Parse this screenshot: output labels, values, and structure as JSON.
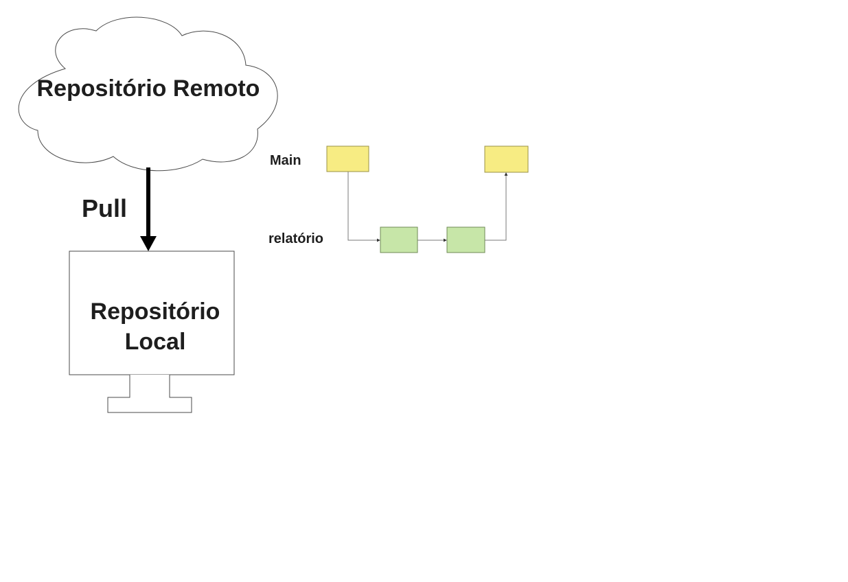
{
  "diagram": {
    "remote_repo": {
      "label": "Repositório Remoto"
    },
    "pull": {
      "label": "Pull"
    },
    "local_repo": {
      "label_line1": "Repositório",
      "label_line2": "Local"
    },
    "branches": {
      "main": {
        "label": "Main"
      },
      "relatorio": {
        "label": "relatório"
      }
    },
    "colors": {
      "main_commit": "#f7ec83",
      "main_commit_border": "#9a9244",
      "branch_commit": "#c7e6a8",
      "branch_commit_border": "#6f8a56",
      "arrow": "#000000",
      "text": "#1e1e1e"
    }
  }
}
